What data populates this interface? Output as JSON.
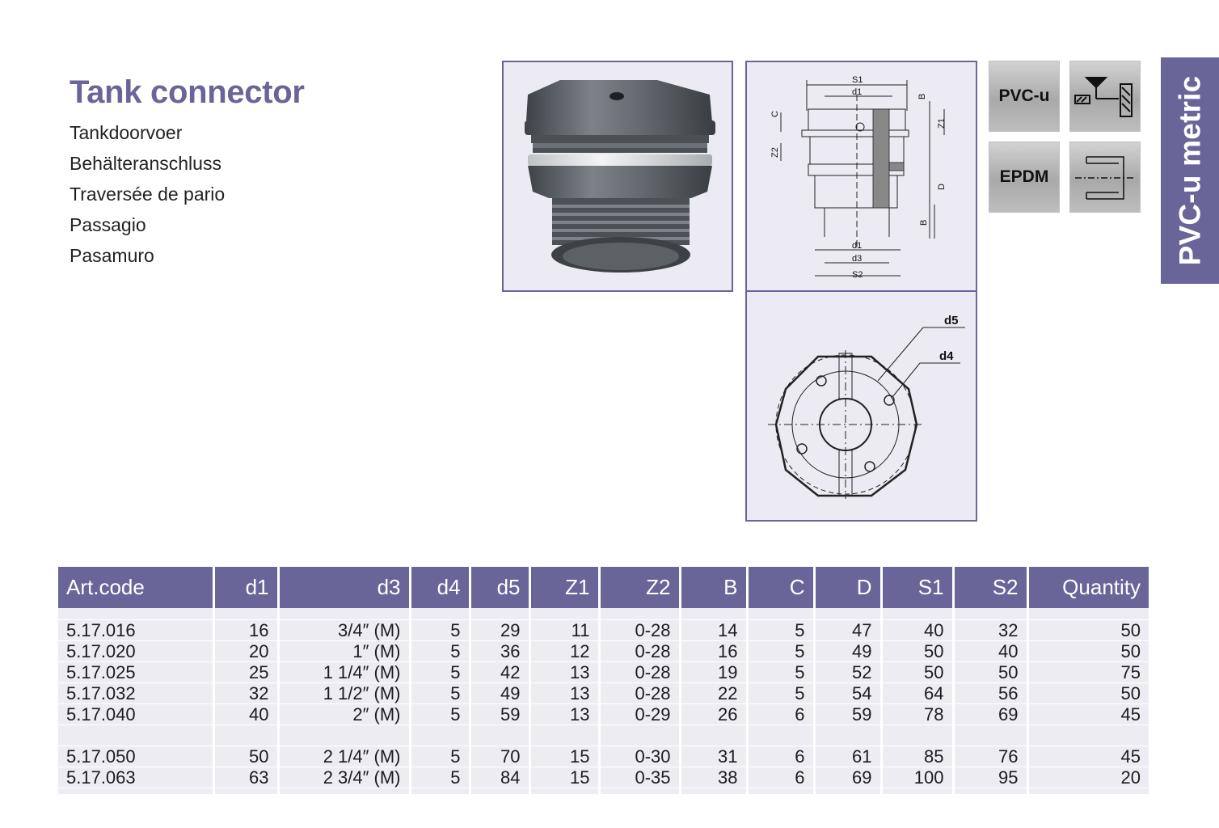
{
  "product": {
    "title": "Tank connector",
    "translations": [
      "Tankdoorvoer",
      "Behälteranschluss",
      "Traversée de pario",
      "Passagio",
      "Pasamuro"
    ]
  },
  "badges": {
    "material": "PVC-u",
    "seal": "EPDM"
  },
  "side_tab": "PVC-u metric",
  "drawing_labels": {
    "s1": "S1",
    "s2": "S2",
    "d1_top": "d1",
    "d1_bottom": "d1",
    "d3": "d3",
    "b_top": "B",
    "b_bottom": "B",
    "c": "C",
    "z1": "Z1",
    "z2": "Z2",
    "d": "D",
    "d5": "d5",
    "d4": "d4"
  },
  "table": {
    "headers": [
      "Art.code",
      "d1",
      "d3",
      "d4",
      "d5",
      "Z1",
      "Z2",
      "B",
      "C",
      "D",
      "S1",
      "S2",
      "Quantity"
    ],
    "rows": [
      [
        "5.17.016",
        "16",
        "3/4″ (M)",
        "5",
        "29",
        "11",
        "0-28",
        "14",
        "5",
        "47",
        "40",
        "32",
        "50"
      ],
      [
        "5.17.020",
        "20",
        "1″ (M)",
        "5",
        "36",
        "12",
        "0-28",
        "16",
        "5",
        "49",
        "50",
        "40",
        "50"
      ],
      [
        "5.17.025",
        "25",
        "1 1/4″ (M)",
        "5",
        "42",
        "13",
        "0-28",
        "19",
        "5",
        "52",
        "50",
        "50",
        "75"
      ],
      [
        "5.17.032",
        "32",
        "1 1/2″ (M)",
        "5",
        "49",
        "13",
        "0-28",
        "22",
        "5",
        "54",
        "64",
        "56",
        "50"
      ],
      [
        "5.17.040",
        "40",
        "2″ (M)",
        "5",
        "59",
        "13",
        "0-29",
        "26",
        "6",
        "59",
        "78",
        "69",
        "45"
      ],
      [
        "5.17.050",
        "50",
        "2 1/4″ (M)",
        "5",
        "70",
        "15",
        "0-30",
        "31",
        "6",
        "61",
        "85",
        "76",
        "45"
      ],
      [
        "5.17.063",
        "63",
        "2 3/4″ (M)",
        "5",
        "84",
        "15",
        "0-35",
        "38",
        "6",
        "69",
        "100",
        "95",
        "20"
      ]
    ]
  }
}
